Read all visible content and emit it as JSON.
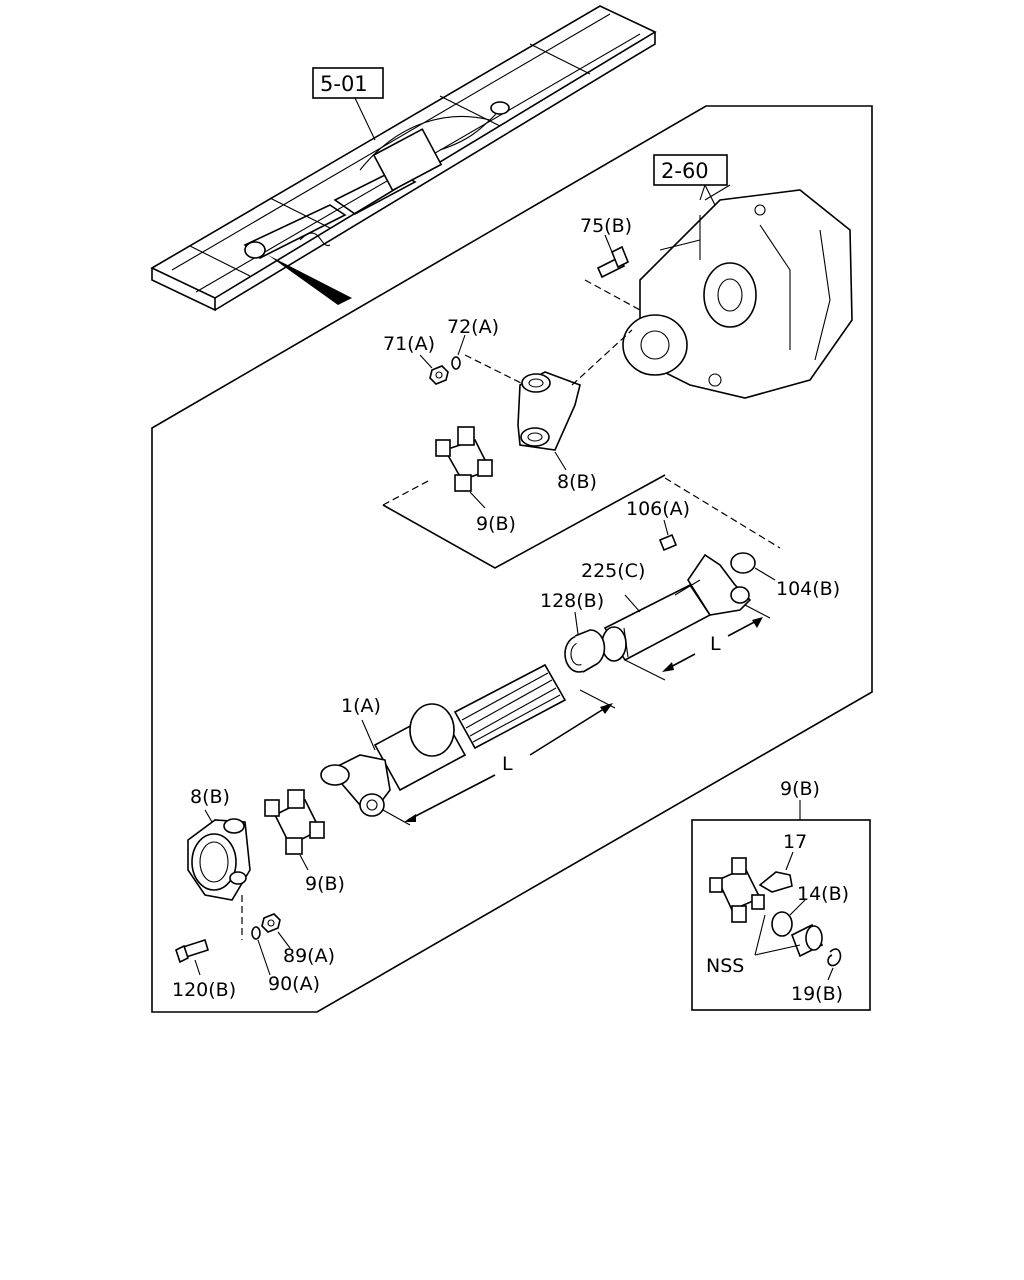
{
  "reference_boxes": {
    "frame": "5-01",
    "transmission": "2-60"
  },
  "labels": {
    "bolt_75b": "75(B)",
    "nut_71a": "71(A)",
    "washer_72a": "72(A)",
    "flange_yoke_8b_top": "8(B)",
    "spider_9b_top": "9(B)",
    "grease_fitting_106a": "106(A)",
    "cap_104b": "104(B)",
    "sleeve_yoke_225c": "225(C)",
    "seal_128b": "128(B)",
    "shaft_1a": "1(A)",
    "length_upper": "L",
    "length_lower": "L",
    "flange_yoke_8b_bottom": "8(B)",
    "spider_9b_bottom": "9(B)",
    "nut_89a": "89(A)",
    "washer_90a": "90(A)",
    "bolt_120b": "120(B)",
    "inset_spider_9b": "9(B)",
    "inset_fitting_17": "17",
    "inset_bearing_14b": "14(B)",
    "inset_nss": "NSS",
    "inset_snap_ring_19b": "19(B)"
  }
}
